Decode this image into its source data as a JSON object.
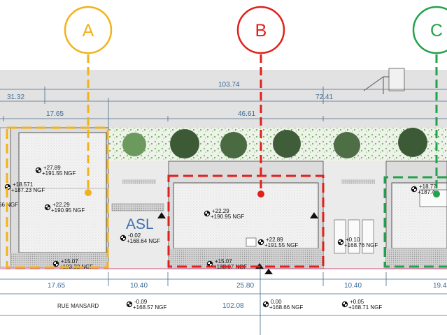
{
  "markers": [
    {
      "letter": "A",
      "color": "#f2b21b"
    },
    {
      "letter": "B",
      "color": "#e0201b"
    },
    {
      "letter": "C",
      "color": "#22a24a"
    }
  ],
  "dimensions": {
    "total_top": "103.74",
    "left_top": "31.32",
    "right_top": "72.41",
    "a_width": "17.65",
    "middle_width": "46.61",
    "a_bottom": "17.65",
    "gap_ab": "10.40",
    "b_bottom": "25.80",
    "gap_bc": "10.40",
    "c_bottom": "19.4",
    "street_total": "102.08"
  },
  "labels": {
    "zone": "ASL",
    "street": "RUE MANSARD"
  },
  "levels": [
    {
      "rel": "+27.89",
      "ngf": "+191.55 NGF"
    },
    {
      "rel": "+18.571",
      "ngf": "+187.23 NGF"
    },
    {
      "rel": "+22.29",
      "ngf": "+190.95 NGF"
    },
    {
      "rel": "66 NGF"
    },
    {
      "rel": "-0.02",
      "ngf": "+168.64 NGF"
    },
    {
      "rel": "+15.07",
      "ngf": "+183.22 NGF"
    },
    {
      "rel": "+22.29",
      "ngf": "+190.95 NGF"
    },
    {
      "rel": "+22.89",
      "ngf": "+191.55 NGF"
    },
    {
      "rel": "+15.07",
      "ngf": "+183.67 NGF"
    },
    {
      "rel": "+0.10",
      "ngf": "+168.76 NGF"
    },
    {
      "rel": "+18.77",
      "ngf": "+187.4"
    },
    {
      "rel": "-0.09",
      "ngf": "+168.57 NGF"
    },
    {
      "rel": "0.00",
      "ngf": "+168.66 NGF"
    },
    {
      "rel": "+0.05",
      "ngf": "+168.71 NGF"
    }
  ]
}
